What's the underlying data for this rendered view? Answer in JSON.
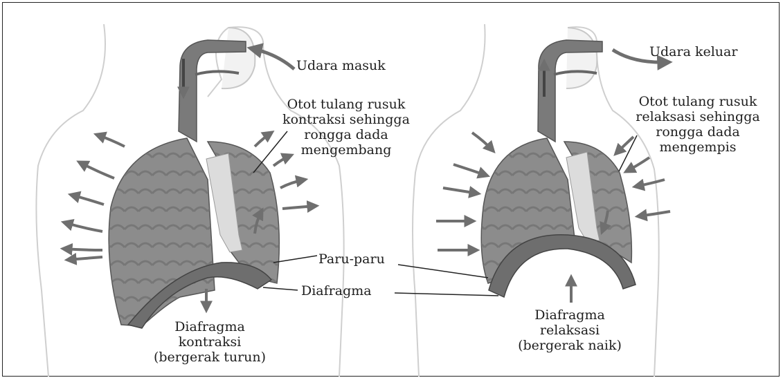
{
  "labels": {
    "udara_masuk": "Udara masuk",
    "udara_keluar": "Udara keluar",
    "otot_kontraksi": [
      "Otot tulang rusuk",
      "kontraksi sehingga",
      "rongga dada",
      "mengembang"
    ],
    "otot_relaksasi": [
      "Otot tulang rusuk",
      "relaksasi sehingga",
      "rongga dada",
      "mengempis"
    ],
    "paru_paru": "Paru-paru",
    "diafragma": "Diafragma",
    "diafragma_kontraksi": [
      "Diafragma",
      "kontraksi",
      "(bergerak turun)"
    ],
    "diafragma_relaksasi": [
      "Diafragma",
      "relaksasi",
      "(bergerak naik)"
    ]
  },
  "colors": {
    "body_outline": "#cfcfcf",
    "lung": "#8c8c8c",
    "lung_light": "#b4b4b4",
    "diaphragm": "#6e6e6e",
    "arrow": "#6f6f6f",
    "text": "#1e1e1e"
  }
}
